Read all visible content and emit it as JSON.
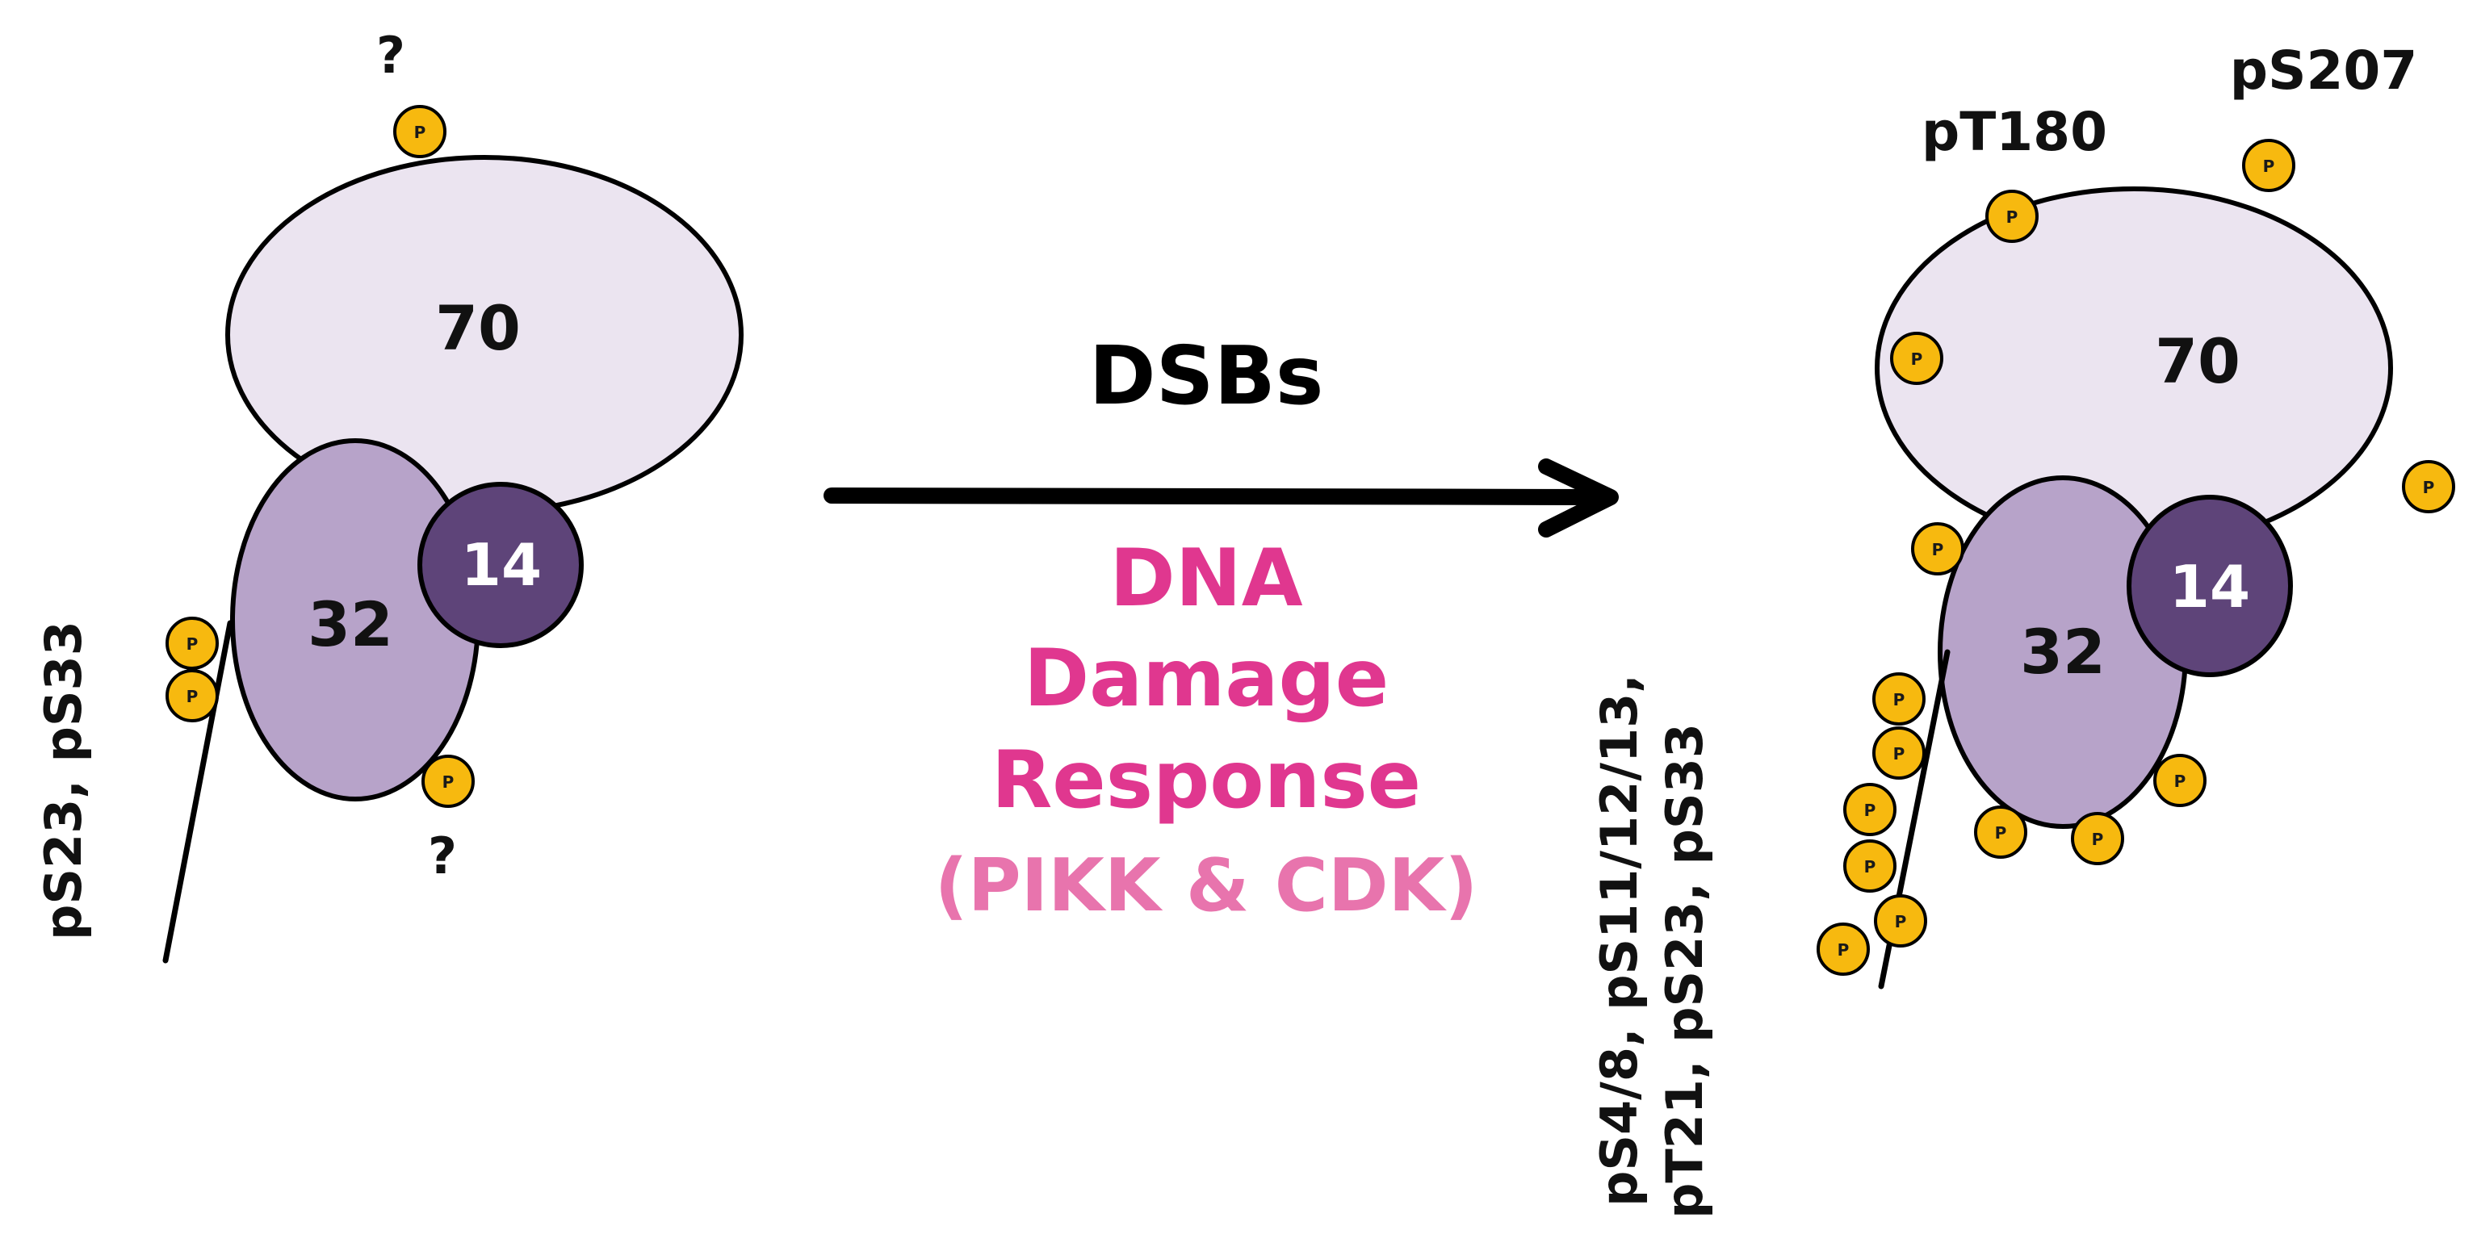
{
  "colors": {
    "rpa70": "#ebe4f0",
    "rpa32": "#b7a3c9",
    "rpa14": "#5e4479",
    "phospho": "#f7b90f",
    "pink": "#e0378f",
    "pink_light": "#e874ad"
  },
  "left_complex": {
    "rpa70_label": "70",
    "rpa32_label": "32",
    "rpa14_label": "14",
    "top_unknown": "?",
    "bottom_unknown": "?",
    "ntail_sites": "pS23, pS33"
  },
  "arrow": {
    "top_label": "DSBs",
    "ddr_line1": "DNA",
    "ddr_line2": "Damage",
    "ddr_line3": "Response",
    "ddr_kinases": "(PIKK & CDK)"
  },
  "right_complex": {
    "rpa70_label": "70",
    "rpa32_label": "32",
    "rpa14_label": "14",
    "site_pT180": "pT180",
    "site_pS207": "pS207",
    "ntail_line1": "pS4/8, pS11/12/13,",
    "ntail_line2": "pT21, pS23, pS33"
  },
  "phospho_glyph": "P"
}
